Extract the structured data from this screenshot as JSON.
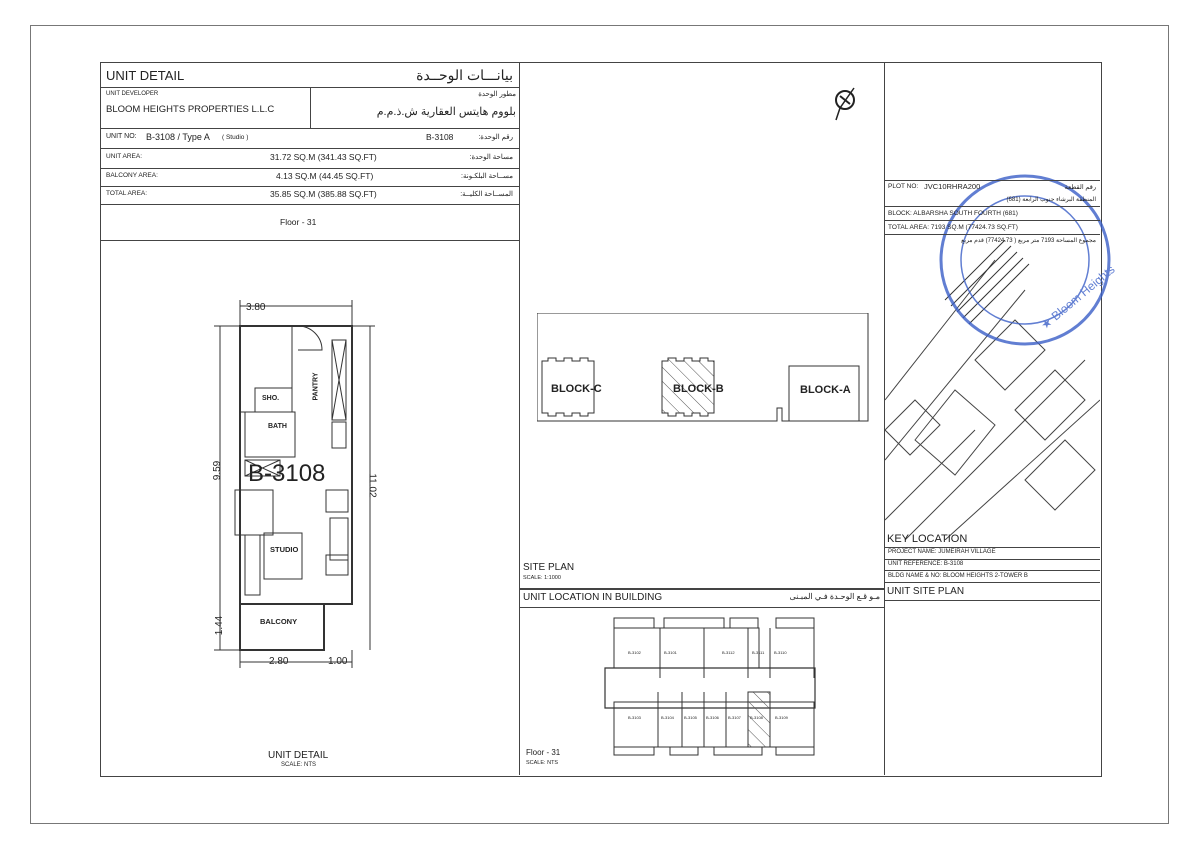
{
  "unit_detail": {
    "title": "UNIT DETAIL",
    "title_ar": "بيانـــات الوحــدة",
    "developer_label": "UNIT DEVELOPER",
    "developer_label_ar": "مطور الوحدة",
    "developer": "BLOOM HEIGHTS PROPERTIES L.L.C",
    "developer_ar": "بلووم هايتس العقارية ش.ذ.م.م",
    "unit_no_label": "UNIT NO:",
    "unit_no": "B-3108 / Type A",
    "unit_type": "( Studio )",
    "unit_no_label_ar": "رقم الوحدة:",
    "unit_no_ar": "B-3108",
    "rows": [
      {
        "label": "UNIT AREA:",
        "value": "31.72  SQ.M (341.43 SQ.FT)",
        "label_ar": "مساحة الوحدة:"
      },
      {
        "label": "BALCONY AREA:",
        "value": "4.13  SQ.M (44.45 SQ.FT)",
        "label_ar": "مســاحة البلكـونة:"
      },
      {
        "label": "TOTAL AREA:",
        "value": "35.85 SQ.M (385.88 SQ.FT)",
        "label_ar": "المســاحة الكليــة:"
      }
    ],
    "floor": "Floor - 31",
    "footer_title": "UNIT DETAIL",
    "footer_scale": "SCALE: NTS"
  },
  "floor_plan": {
    "unit_label": "B-3108",
    "rooms": {
      "shower": "SHO.",
      "bath": "BATH",
      "pantry": "PANTRY",
      "studio": "STUDIO",
      "balcony": "BALCONY"
    },
    "dims": {
      "top": "3.80",
      "left": "9.59",
      "right": "11.02",
      "balcony": "1.44",
      "bottom_a": "2.80",
      "bottom_b": "1.00"
    }
  },
  "site_plan": {
    "blocks": [
      "BLOCK-C",
      "BLOCK-B",
      "BLOCK-A"
    ],
    "title": "SITE PLAN",
    "scale": "SCALE: 1:1000"
  },
  "unit_location": {
    "title": "UNIT LOCATION IN BUILDING",
    "title_ar": "مـو قـع الوحـدة فـي المبـنى",
    "top_units": [
      "B-3102",
      "B-3101",
      "B-3112",
      "B-3111",
      "B-3110"
    ],
    "bottom_units": [
      "B-3103",
      "B-3104",
      "B-3105",
      "B-3106",
      "B-3107",
      "B-3108",
      "B-3109"
    ],
    "floor": "Floor - 31",
    "scale": "SCALE: NTS"
  },
  "plot": {
    "plot_no_label": "PLOT NO:",
    "plot_no": "JVC10RHRA200",
    "plot_no_label_ar": "رقم القطعة",
    "area_ar": "المنطقة البرشاء جنوب الرابعة (681)",
    "block": "BLOCK: ALBARSHA SOUTH FOURTH (681)",
    "total_area": "TOTAL AREA:  7193 SQ.M   (77424.73 SQ.FT)",
    "total_area_ar": "مجموع المساحة   7193   متر مربع ( 77424.73) قدم مربع",
    "key_location": "KEY LOCATION",
    "project_name": "PROJECT NAME:    JUMEIRAH VILLAGE",
    "unit_reference": "UNIT REFERENCE:  B-3108",
    "bldg": "BLDG NAME & NO:    BLOOM HEIGHTS 2-TOWER B",
    "site_plan_title": "UNIT SITE PLAN",
    "stamp_text": "Bloom Heights"
  },
  "colors": {
    "stamp": "#3a5fc8",
    "line": "#444"
  }
}
